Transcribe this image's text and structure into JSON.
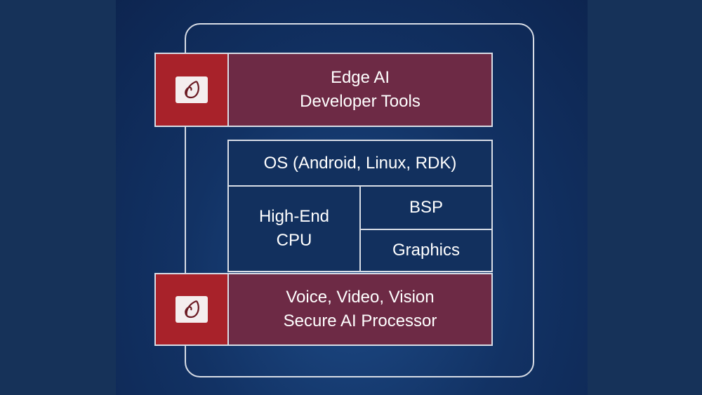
{
  "top": {
    "line1": "Edge AI",
    "line2": "Developer Tools"
  },
  "os": "OS (Android, Linux, RDK)",
  "cpu": {
    "line1": "High-End",
    "line2": "CPU"
  },
  "bsp": "BSP",
  "graphics": "Graphics",
  "bottom": {
    "line1": "Voice, Video, Vision",
    "line2": "Secure AI Processor"
  },
  "icons": [
    "leaf-logo-icon",
    "leaf-logo-icon"
  ]
}
